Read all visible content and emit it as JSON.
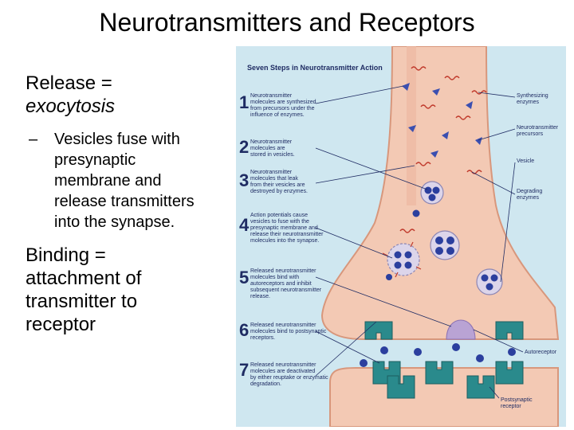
{
  "slide": {
    "title": "Neurotransmitters and Receptors",
    "bullet1_a": "Release =",
    "bullet1_b": "exocytosis",
    "sub_dash": "–",
    "sub_lines": [
      "Vesicles fuse with",
      "presynaptic",
      "membrane and",
      "release transmitters",
      "into the synapse."
    ],
    "bullet2_lines": [
      "Binding =",
      "attachment of",
      "transmitter to",
      "receptor"
    ]
  },
  "figure": {
    "title": "Seven Steps in Neurotransmitter Action",
    "steps": [
      {
        "num": "1",
        "lines": [
          "Neurotransmitter",
          "molecules are synthesized",
          "from precursors under the",
          "influence of enzymes."
        ]
      },
      {
        "num": "2",
        "lines": [
          "Neurotransmitter",
          "molecules are",
          "stored in vesicles."
        ]
      },
      {
        "num": "3",
        "lines": [
          "Neurotransmitter",
          "molecules that leak",
          "from their vesicles are",
          "destroyed by enzymes."
        ]
      },
      {
        "num": "4",
        "lines": [
          "Action potentials cause",
          "vesicles to fuse with the",
          "presynaptic membrane and",
          "release their neurotransmitter",
          "molecules into the synapse."
        ]
      },
      {
        "num": "5",
        "lines": [
          "Released neurotransmitter",
          "molecules bind with",
          "autoreceptors and inhibit",
          "subsequent neurotransmitter",
          "release."
        ]
      },
      {
        "num": "6",
        "lines": [
          "Released neurotransmitter",
          "molecules bind to postsynaptic",
          "receptors."
        ]
      },
      {
        "num": "7",
        "lines": [
          "Released neurotransmitter",
          "molecules are deactivated",
          "by either reuptake or enzymatic",
          "degradation."
        ]
      }
    ],
    "labels": {
      "synth_a": "Synthesizing",
      "synth_b": "enzymes",
      "nt_a": "Neurotransmitter",
      "nt_b": "precursors",
      "vesicle": "Vesicle",
      "deg_a": "Degrading",
      "deg_b": "enzymes",
      "auto": "Autoreceptor",
      "post_a": "Postsynaptic",
      "post_b": "receptor"
    },
    "colors": {
      "background": "#cfe7f0",
      "presynaptic": "#f3c9b4",
      "presynaptic_edge": "#d8977c",
      "text": "#1f2c63",
      "molecule": "#2b3f9e",
      "receptor": "#2a8a8c",
      "enzyme": "#c0392b"
    }
  }
}
